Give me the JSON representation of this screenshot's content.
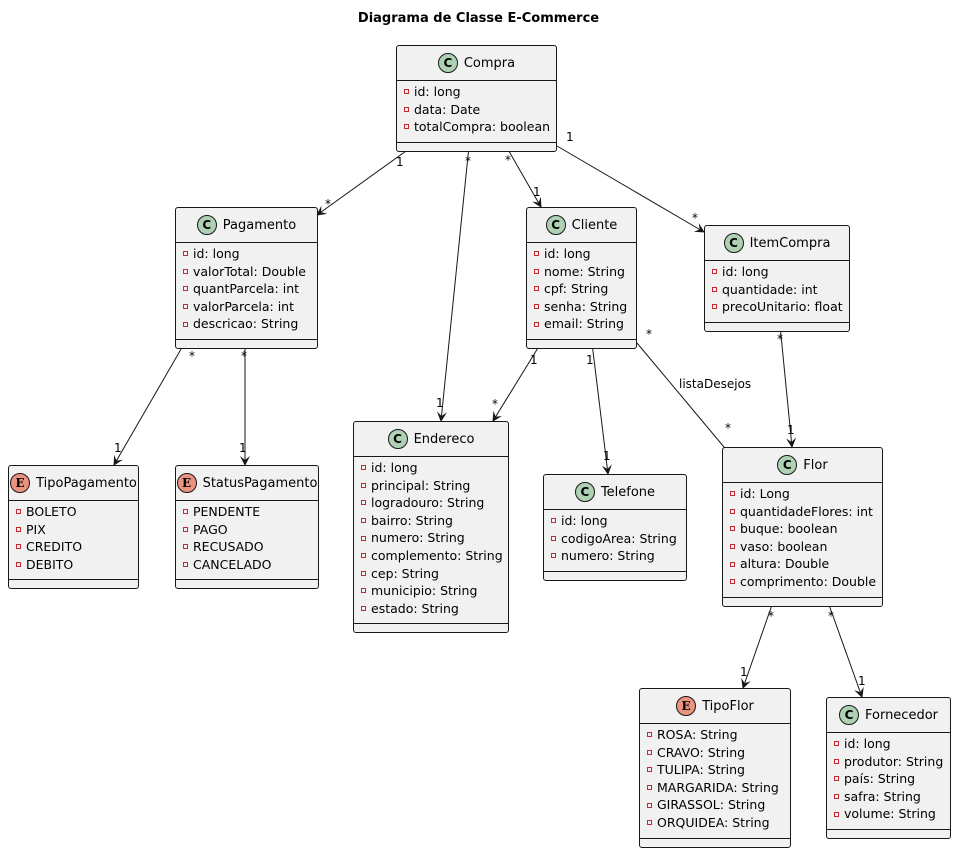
{
  "title": "Diagrama de Classe E-Commerce",
  "classes": {
    "compra": {
      "name": "Compra",
      "kind": "C",
      "fields": [
        "id: long",
        "data: Date",
        "totalCompra: boolean"
      ]
    },
    "pagamento": {
      "name": "Pagamento",
      "kind": "C",
      "fields": [
        "id: long",
        "valorTotal: Double",
        "quantParcela: int",
        "valorParcela: int",
        "descricao: String"
      ]
    },
    "cliente": {
      "name": "Cliente",
      "kind": "C",
      "fields": [
        "id: long",
        "nome: String",
        "cpf: String",
        "senha: String",
        "email: String"
      ]
    },
    "itemcompra": {
      "name": "ItemCompra",
      "kind": "C",
      "fields": [
        "id: long",
        "quantidade: int",
        "precoUnitario: float"
      ]
    },
    "tipopagamento": {
      "name": "TipoPagamento",
      "kind": "E",
      "fields": [
        "BOLETO",
        "PIX",
        "CREDITO",
        "DEBITO"
      ]
    },
    "statuspagamento": {
      "name": "StatusPagamento",
      "kind": "E",
      "fields": [
        "PENDENTE",
        "PAGO",
        "RECUSADO",
        "CANCELADO"
      ]
    },
    "endereco": {
      "name": "Endereco",
      "kind": "C",
      "fields": [
        "id: long",
        "principal: String",
        "logradouro: String",
        "bairro: String",
        "numero: String",
        "complemento: String",
        "cep: String",
        "municipio: String",
        "estado: String"
      ]
    },
    "telefone": {
      "name": "Telefone",
      "kind": "C",
      "fields": [
        "id: long",
        "codigoArea: String",
        "numero: String"
      ]
    },
    "flor": {
      "name": "Flor",
      "kind": "C",
      "fields": [
        "id: Long",
        "quantidadeFlores: int",
        "buque: boolean",
        "vaso: boolean",
        "altura: Double",
        "comprimento: Double"
      ]
    },
    "tipoflor": {
      "name": "TipoFlor",
      "kind": "E",
      "fields": [
        "ROSA: String",
        "CRAVO: String",
        "TULIPA: String",
        "MARGARIDA: String",
        "GIRASSOL: String",
        "ORQUIDEA: String"
      ]
    },
    "fornecedor": {
      "name": "Fornecedor",
      "kind": "C",
      "fields": [
        "id: long",
        "produtor: String",
        "país: String",
        "safra: String",
        "volume: String"
      ]
    }
  },
  "links": [
    {
      "id": "compra-pagamento",
      "from": "compra",
      "to": "pagamento",
      "kind": "arrow",
      "from_mult": "1",
      "to_mult": "*"
    },
    {
      "id": "compra-endereco",
      "from": "compra",
      "to": "endereco",
      "kind": "arrow",
      "from_mult": "*",
      "to_mult": "1"
    },
    {
      "id": "compra-cliente",
      "from": "compra",
      "to": "cliente",
      "kind": "arrow",
      "from_mult": "*",
      "to_mult": "1"
    },
    {
      "id": "compra-itemcompra",
      "from": "compra",
      "to": "itemcompra",
      "kind": "composition",
      "from_mult": "1",
      "to_mult": "*"
    },
    {
      "id": "pagamento-tipopagamento",
      "from": "pagamento",
      "to": "tipopagamento",
      "kind": "arrow",
      "from_mult": "*",
      "to_mult": "1"
    },
    {
      "id": "pagamento-statuspagamento",
      "from": "pagamento",
      "to": "statuspagamento",
      "kind": "arrow",
      "from_mult": "*",
      "to_mult": "1"
    },
    {
      "id": "cliente-endereco",
      "from": "cliente",
      "to": "endereco",
      "kind": "composition",
      "from_mult": "1",
      "to_mult": "*"
    },
    {
      "id": "cliente-telefone",
      "from": "cliente",
      "to": "telefone",
      "kind": "composition",
      "from_mult": "1",
      "to_mult": "1"
    },
    {
      "id": "cliente-flor",
      "from": "cliente",
      "to": "flor",
      "kind": "arrow",
      "from_mult": "*",
      "to_mult": "*",
      "label": "listaDesejos"
    },
    {
      "id": "itemcompra-flor",
      "from": "itemcompra",
      "to": "flor",
      "kind": "arrow",
      "from_mult": "*",
      "to_mult": "1"
    },
    {
      "id": "flor-tipoflor",
      "from": "flor",
      "to": "tipoflor",
      "kind": "arrow",
      "from_mult": "*",
      "to_mult": "1"
    },
    {
      "id": "flor-fornecedor",
      "from": "flor",
      "to": "fornecedor",
      "kind": "arrow",
      "from_mult": "*",
      "to_mult": "1"
    }
  ]
}
